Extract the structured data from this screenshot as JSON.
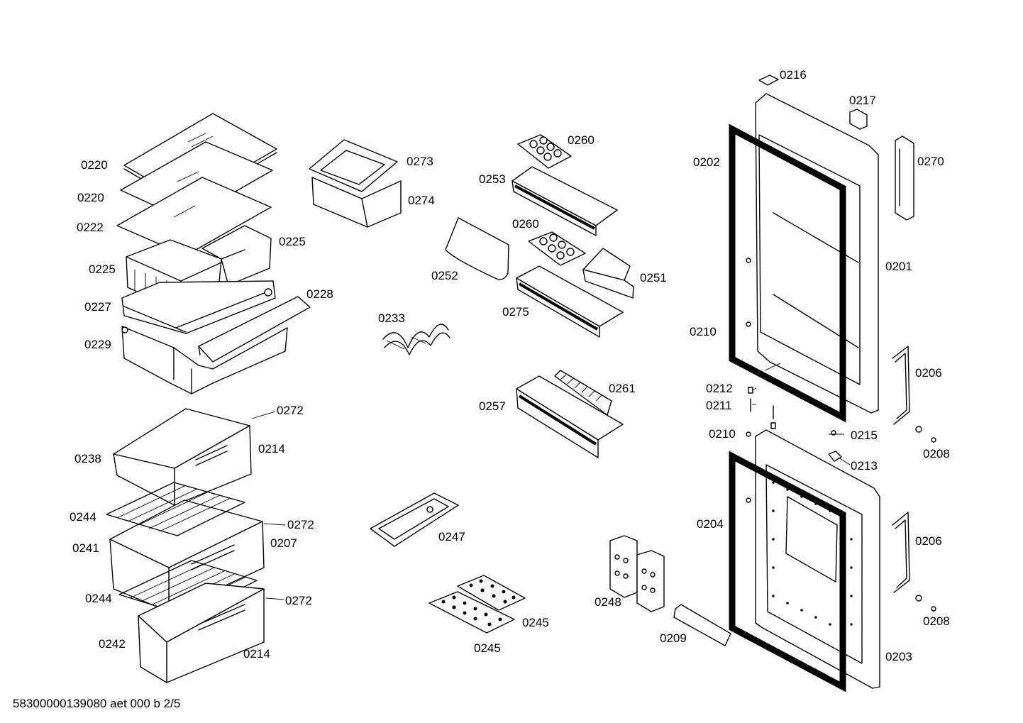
{
  "labels": {
    "p0216": "0216",
    "p0217": "0217",
    "p0270": "0270",
    "p0202": "0202",
    "p0201": "0201",
    "p0210a": "0210",
    "p0212": "0212",
    "p0211": "0211",
    "p0210b": "0210",
    "p0215": "0215",
    "p0213": "0213",
    "p0206a": "0206",
    "p0208a": "0208",
    "p0204": "0204",
    "p0206b": "0206",
    "p0208b": "0208",
    "p0203": "0203",
    "p0209": "0209",
    "p0248": "0248",
    "p0260a": "0260",
    "p0253": "0253",
    "p0260b": "0260",
    "p0251": "0251",
    "p0275": "0275",
    "p0252": "0252",
    "p0233": "0233",
    "p0261": "0261",
    "p0257": "0257",
    "p0247": "0247",
    "p0245a": "0245",
    "p0245b": "0245",
    "p0273": "0273",
    "p0274": "0274",
    "p0220a": "0220",
    "p0220b": "0220",
    "p0222": "0222",
    "p0225a": "0225",
    "p0225b": "0225",
    "p0227": "0227",
    "p0228": "0228",
    "p0229": "0229",
    "p0272a": "0272",
    "p0238": "0238",
    "p0214a": "0214",
    "p0244a": "0244",
    "p0272b": "0272",
    "p0241": "0241",
    "p0207": "0207",
    "p0244b": "0244",
    "p0272c": "0272",
    "p0242": "0242",
    "p0214b": "0214"
  },
  "footer": {
    "code": "58300000139080 aet 000 b 2/5"
  }
}
